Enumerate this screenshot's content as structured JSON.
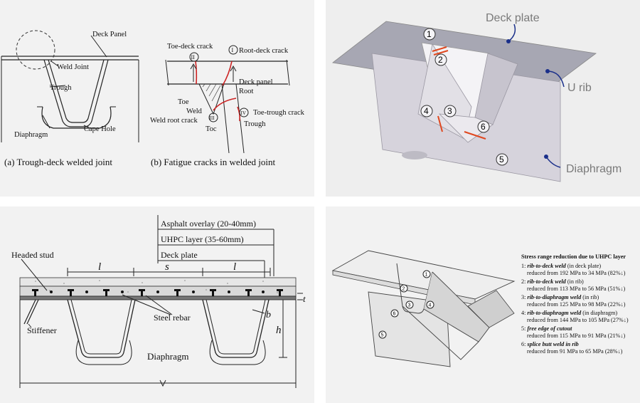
{
  "panel_a": {
    "deck_panel": "Deck Panel",
    "weld_joint": "Weld Joint",
    "trough": "Trough",
    "cape_hole": "Cape Hole",
    "diaphragm": "Diaphragm",
    "caption_a": "(a)  Trough-deck welded joint",
    "toe_deck_crack": "Toe-deck crack",
    "root_deck_crack": "Root-deck crack",
    "roman_1": "I",
    "roman_2": "II",
    "roman_3": "III",
    "roman_4": "IV",
    "deck_panel_b": "Deck panel",
    "root": "Root",
    "toe_left": "Toe",
    "weld": "Weld",
    "weld_root_crack": "Weld root crack",
    "toe_trough_crack": "Toe-trough crack",
    "toe_bottom": "Toc",
    "trough_b": "Trough",
    "caption_b": "(b)  Fatigue cracks in welded joint"
  },
  "panel_3d": {
    "deck_plate": "Deck plate",
    "u_rib": "U rib",
    "diaphragm": "Diaphragm",
    "markers": [
      "1",
      "2",
      "3",
      "4",
      "5",
      "6"
    ],
    "accent": "#1a2f8a",
    "crack_color": "#e0481f"
  },
  "panel_section": {
    "asphalt": "Asphalt overlay (20-40mm)",
    "uhpc": "UHPC layer (35-60mm)",
    "deck_plate": "Deck plate",
    "headed_stud": "Headed stud",
    "steel_rebar": "Steel rebar",
    "stiffener": "Stiffener",
    "diaphragm": "Diaphragm",
    "dim_l1": "l",
    "dim_s": "s",
    "dim_l2": "l",
    "dim_t": "t",
    "dim_b": "b",
    "dim_h": "h"
  },
  "panel_stress": {
    "title": "Stress range reduction due to UHPC layer",
    "items": [
      {
        "num": "1:",
        "name": "rib-to-deck weld",
        "where": " (in deck plate)",
        "detail": "reduced from 192 MPa to 34 MPa (82%↓)"
      },
      {
        "num": "2:",
        "name": "rib-to-deck weld",
        "where": " (in rib)",
        "detail": "reduced from 113 MPa to 56 MPa (51%↓)"
      },
      {
        "num": "3:",
        "name": "rib-to-diaphragm weld",
        "where": " (in rib)",
        "detail": "reduced from 125 MPa to 98 MPa (22%↓)"
      },
      {
        "num": "4:",
        "name": "rib-to-diaphragm weld",
        "where": " (in diaphragm)",
        "detail": "reduced from 144 MPa to 105 MPa (27%↓)"
      },
      {
        "num": "5:",
        "name": "free edge of cutout",
        "where": "",
        "detail": "reduced from 115 MPa to 91 MPa (21%↓)"
      },
      {
        "num": "6:",
        "name": "splice butt weld in rib",
        "where": "",
        "detail": "reduced from 91 MPa to 65 MPa (28%↓)"
      }
    ],
    "markers": [
      "1",
      "2",
      "3",
      "4",
      "5",
      "6"
    ]
  }
}
